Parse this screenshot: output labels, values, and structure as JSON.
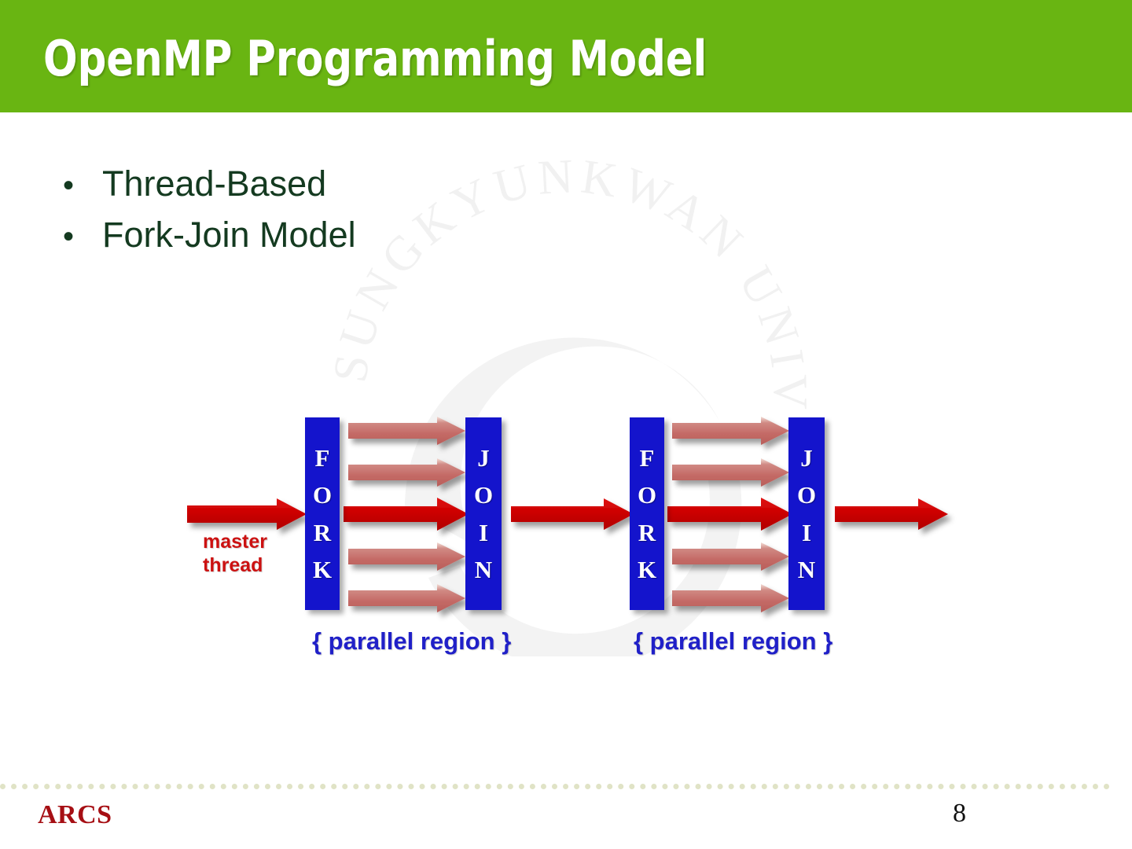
{
  "slide": {
    "title": "OpenMP Programming Model",
    "title_band_color": "#69b512",
    "background_color": "#ffffff",
    "bullet_text_color": "#143a20",
    "bullets": [
      {
        "marker": "•",
        "label": "Thread-Based"
      },
      {
        "marker": "•",
        "label": "Fork-Join Model"
      }
    ]
  },
  "watermark": {
    "name": "sungkyunkwan-university-seal",
    "text": "SUNGKYUNKWAN UNIVERSITY",
    "color": "#f2f2f2"
  },
  "diagram": {
    "name": "fork-join-model-diagram",
    "master_label_line1": "master",
    "master_label_line2": "thread",
    "master_arrow_color": "#cc0000",
    "worker_arrow_color": "#c96a6a",
    "bar_color": "#1414cc",
    "bar_text_color": "#ffffff",
    "region_label_color": "#2020c8",
    "groups": [
      {
        "fork_label": "FORK",
        "fork_letters": [
          "F",
          "O",
          "R",
          "K"
        ],
        "join_label": "JOIN",
        "join_letters": [
          "J",
          "O",
          "I",
          "N"
        ],
        "region_label": "{ parallel region }",
        "thread_count": 5
      },
      {
        "fork_label": "FORK",
        "fork_letters": [
          "F",
          "O",
          "R",
          "K"
        ],
        "join_label": "JOIN",
        "join_letters": [
          "J",
          "O",
          "I",
          "N"
        ],
        "region_label": "{ parallel region }",
        "thread_count": 5
      }
    ]
  },
  "footer": {
    "brand": "ARCS",
    "brand_color": "#a60f14",
    "page_number": "8",
    "rule_color": "#e0e3c6"
  }
}
